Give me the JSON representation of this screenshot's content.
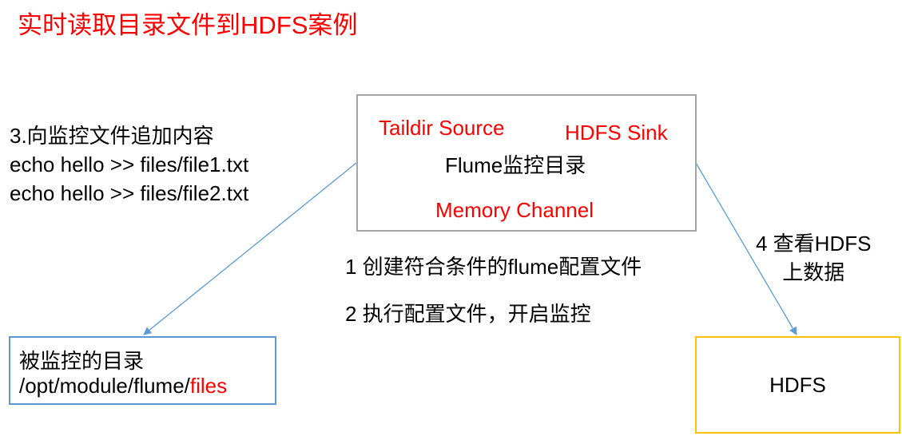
{
  "title": "实时读取目录文件到HDFS案例",
  "append_step": {
    "heading": "3.向监控文件追加内容",
    "command1": "echo hello >> files/file1.txt",
    "command2": "echo hello >> files/file2.txt"
  },
  "flume_box": {
    "source": "Taildir Source",
    "sink": "HDFS Sink",
    "label": "Flume监控目录",
    "channel": "Memory Channel"
  },
  "steps": {
    "step1": "1 创建符合条件的flume配置文件",
    "step2": "2 执行配置文件，开启监控"
  },
  "hdfs_step": {
    "line1": "4 查看HDFS",
    "line2": "上数据"
  },
  "source_dir_box": {
    "label": "被监控的目录",
    "path_prefix": "/opt/module/flume/",
    "path_highlight": "files"
  },
  "hdfs_box": {
    "label": "HDFS"
  },
  "colors": {
    "accent_red": "#ff0000",
    "arrow_blue": "#5b9bd5",
    "flume_border": "#a6a6a6",
    "hdfs_border": "#ffc000"
  }
}
